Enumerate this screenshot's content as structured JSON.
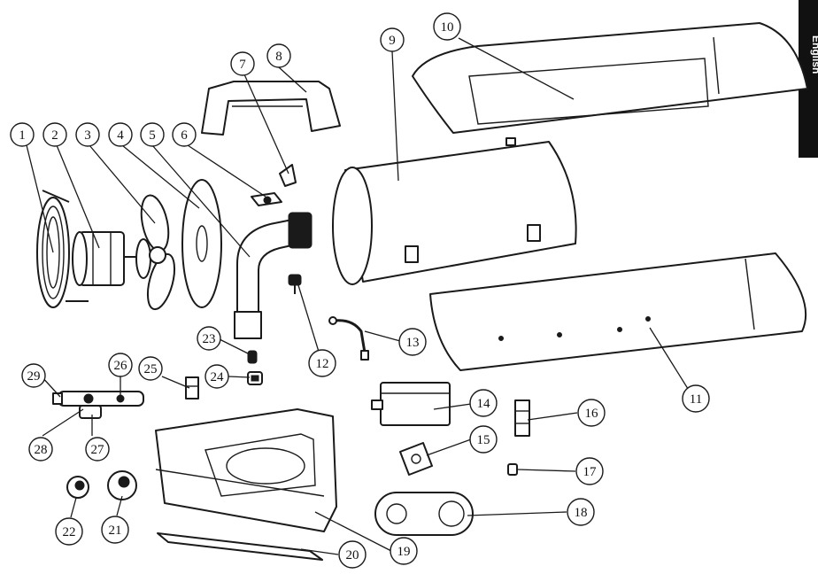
{
  "diagram": {
    "type": "exploded-parts-view",
    "side_tab_label": "English",
    "callouts": [
      "1",
      "2",
      "3",
      "4",
      "5",
      "6",
      "7",
      "8",
      "9",
      "10",
      "11",
      "12",
      "13",
      "14",
      "15",
      "16",
      "17",
      "18",
      "19",
      "20",
      "21",
      "22",
      "23",
      "24",
      "25",
      "26",
      "27",
      "28",
      "29"
    ]
  }
}
